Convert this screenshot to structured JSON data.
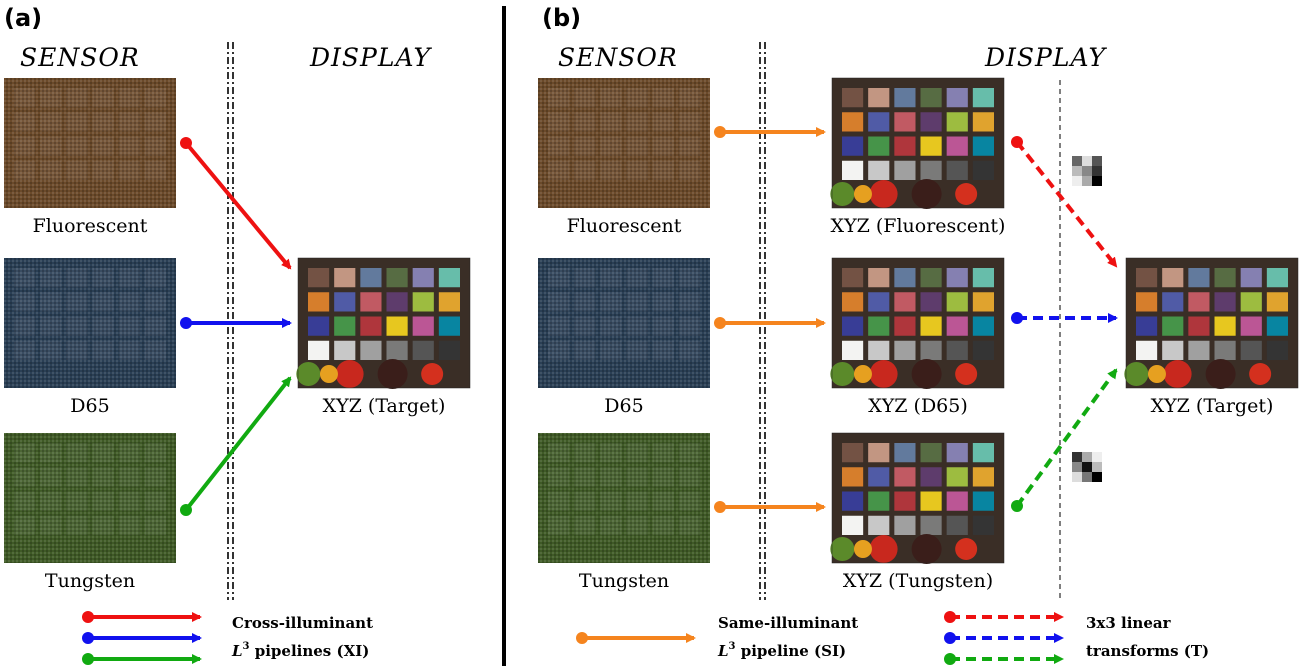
{
  "panel_a": {
    "label": "(a)",
    "sensor_heading": "SENSOR",
    "display_heading": "DISPLAY",
    "sensor_captions": [
      "Fluorescent",
      "D65",
      "Tungsten"
    ],
    "target_caption": "XYZ (Target)",
    "legend": {
      "line1": "Cross-illuminant",
      "line2_prefix": "L",
      "line2_sup": "3",
      "line2_rest": " pipelines (XI)"
    }
  },
  "panel_b": {
    "label": "(b)",
    "sensor_heading": "SENSOR",
    "display_heading": "DISPLAY",
    "sensor_captions": [
      "Fluorescent",
      "D65",
      "Tungsten"
    ],
    "xyz_captions": [
      "XYZ (Fluorescent)",
      "XYZ (D65)",
      "XYZ (Tungsten)"
    ],
    "target_caption": "XYZ (Target)",
    "legend_si": {
      "line1": "Same-illuminant",
      "line2_prefix": "L",
      "line2_sup": "3",
      "line2_rest": " pipeline (SI)"
    },
    "legend_t": {
      "line1": "3x3 linear",
      "line2": "transforms (T)"
    }
  },
  "colors": {
    "fluorescent": "#ee1111",
    "d65": "#1111ee",
    "tungsten": "#11aa11",
    "si": "#f5841e",
    "sensor_fluorescent": "#6b4a2a",
    "sensor_d65": "#2a3f55",
    "sensor_tungsten": "#3f5a26"
  },
  "chart_patches": [
    "#735244",
    "#c29682",
    "#627a9d",
    "#576c43",
    "#8580b1",
    "#67bdaa",
    "#d67e2c",
    "#505ba6",
    "#c15a63",
    "#5e3c6c",
    "#9dbc40",
    "#e0a32e",
    "#383d96",
    "#469449",
    "#af363c",
    "#e7c71f",
    "#bb5695",
    "#0885a1",
    "#f3f3f2",
    "#c8c8c8",
    "#a0a0a0",
    "#7a7a79",
    "#555555",
    "#343434"
  ]
}
